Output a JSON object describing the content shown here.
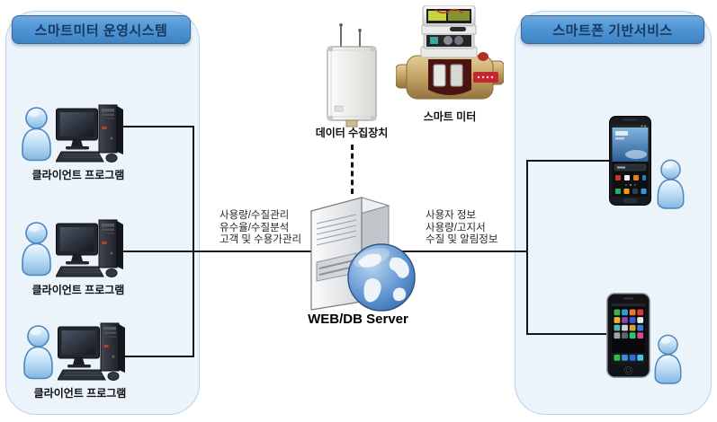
{
  "left_panel": {
    "title": "스마트미터 운영시스템",
    "clients": [
      {
        "label": "클라이언트 프로그램"
      },
      {
        "label": "클라이언트 프로그램"
      },
      {
        "label": "클라이언트 프로그램"
      }
    ]
  },
  "right_panel": {
    "title": "스마트폰 기반서비스",
    "users": [
      {
        "device_icon": "android-smartphone-icon"
      },
      {
        "device_icon": "iphone-smartphone-icon"
      }
    ]
  },
  "center": {
    "data_collector": {
      "label": "데이터 수집장치",
      "icon": "data-collector-device-icon"
    },
    "smart_meter": {
      "label": "스마트 미터",
      "icon": "smart-water-meter-icon"
    },
    "server": {
      "label": "WEB/DB Server",
      "icon": "server-tower-globe-icon"
    }
  },
  "connections": {
    "server_to_clients": {
      "lines": [
        "사용량/수질관리",
        "유수율/수질분석",
        "고객 및 수용가관리"
      ]
    },
    "server_to_phones": {
      "lines": [
        "사용자 정보",
        "사용량/고지서",
        "수질 및 알림정보"
      ]
    }
  },
  "colors": {
    "header_blue": "#4f94d4",
    "header_text": "#17395f",
    "panel_bg": "#ebf3fb",
    "panel_border": "#b9d2ea",
    "connector_line": "#141414",
    "person_blue": "#9ec9ec"
  }
}
